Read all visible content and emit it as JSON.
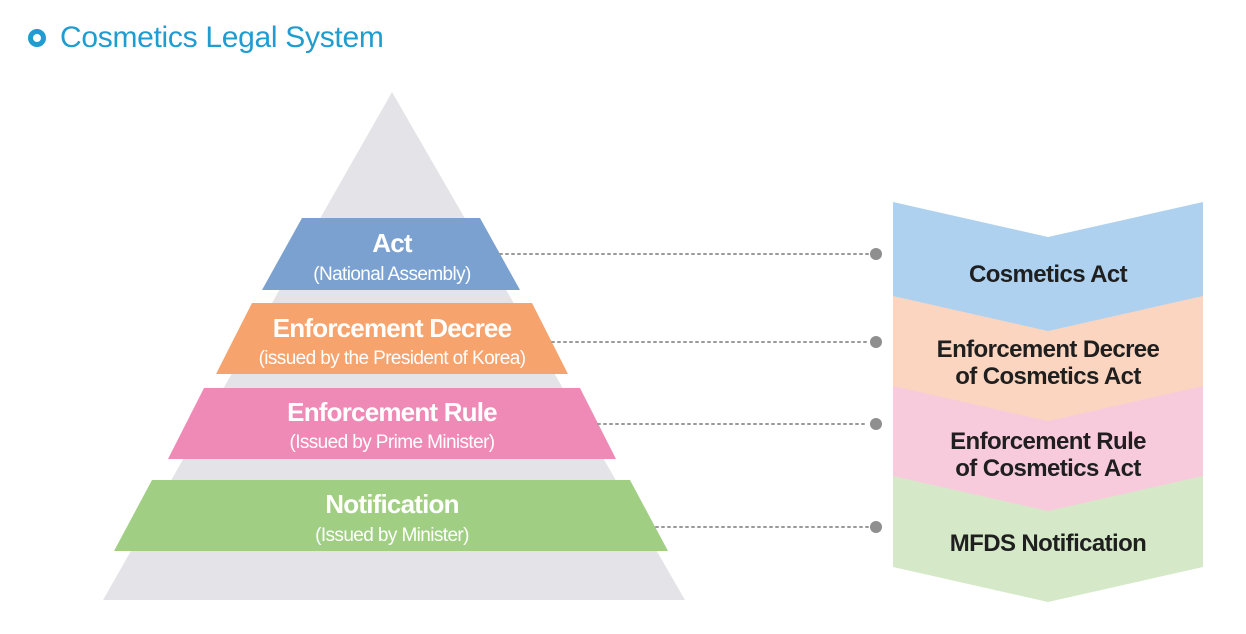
{
  "header": {
    "title": "Cosmetics Legal System",
    "icon": "ring-icon",
    "accent_color": "#1f9cd0"
  },
  "pyramid": {
    "background_color": "#e4e4e8",
    "tiers": [
      {
        "title": "Act",
        "subtitle": "(National Assembly)",
        "color": "#7aa1cf"
      },
      {
        "title": "Enforcement Decree",
        "subtitle": "(issued by the President of Korea)",
        "color": "#f6a36d"
      },
      {
        "title": "Enforcement Rule",
        "subtitle": "(Issued by Prime Minister)",
        "color": "#ef8ab6"
      },
      {
        "title": "Notification",
        "subtitle": "(Issued by Minister)",
        "color": "#a0cf83"
      }
    ]
  },
  "laws": [
    {
      "lines": [
        "Cosmetics Act"
      ],
      "color": "#aed1ef"
    },
    {
      "lines": [
        "Enforcement Decree",
        "of Cosmetics Act"
      ],
      "color": "#fcd5c0"
    },
    {
      "lines": [
        "Enforcement Rule",
        "of Cosmetics Act"
      ],
      "color": "#f8cbdc"
    },
    {
      "lines": [
        "MFDS Notification"
      ],
      "color": "#d5e9c9"
    }
  ]
}
